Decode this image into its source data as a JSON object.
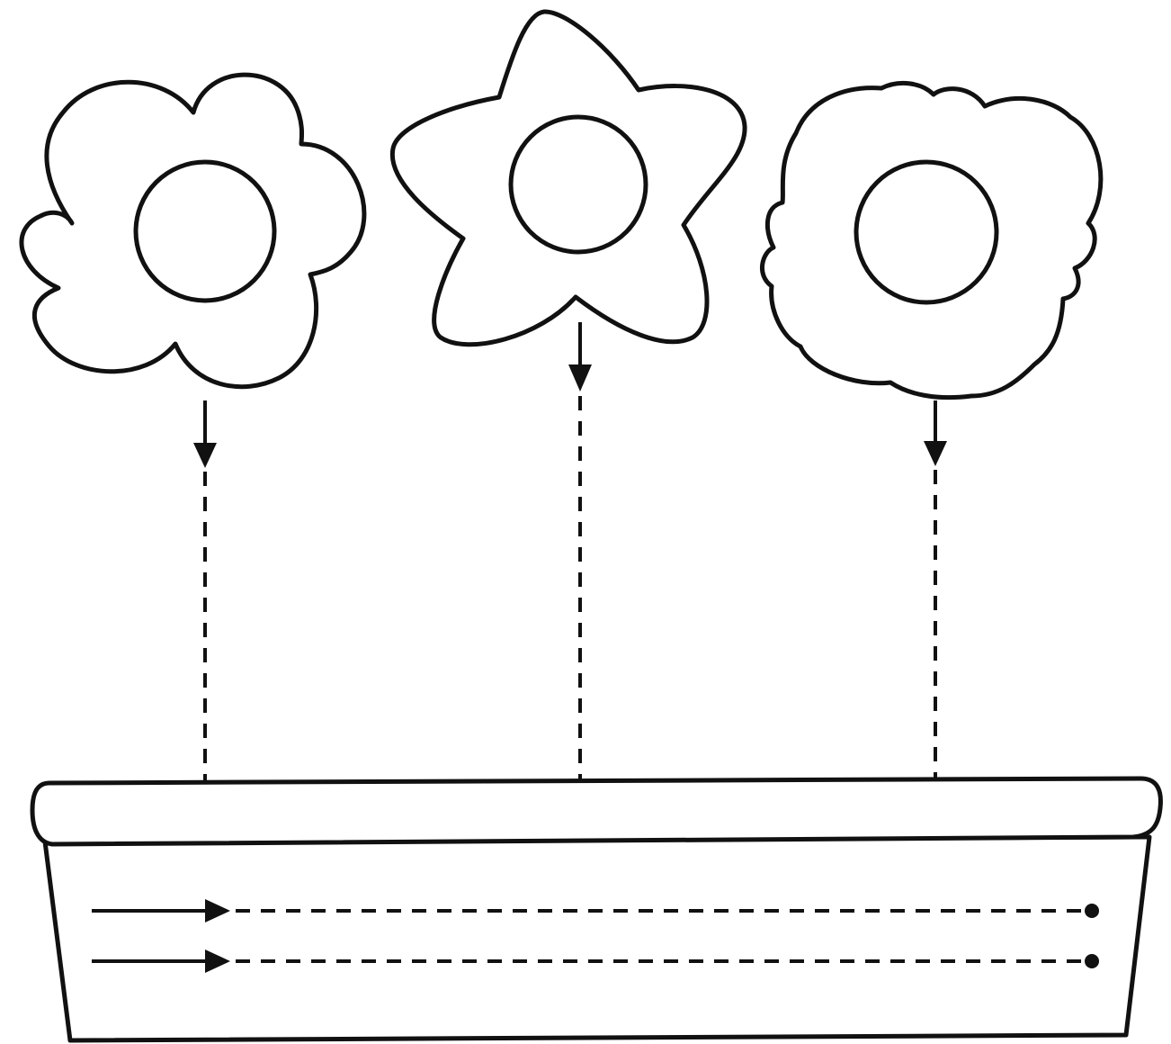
{
  "worksheet": {
    "kind": "tracing-practice",
    "ink_color": "#111111",
    "paper_color": "#ffffff",
    "flowers": [
      {
        "shape": "five-petal-rounded",
        "has_center": true
      },
      {
        "shape": "five-point-star",
        "has_center": true
      },
      {
        "shape": "cloud-scalloped",
        "has_center": true
      }
    ],
    "vertical_trace_count": 3,
    "horizontal_trace_count": 2
  }
}
